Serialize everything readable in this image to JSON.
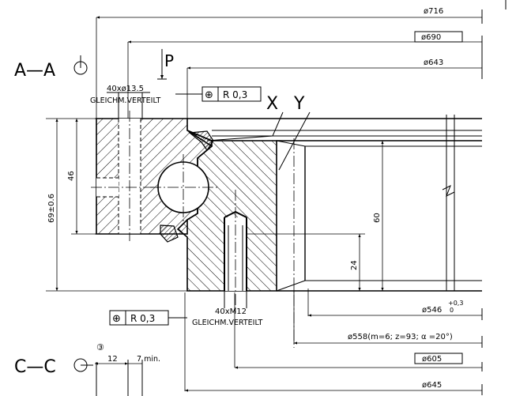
{
  "diameters": {
    "d716": "ø716",
    "d690": "ø690",
    "d643": "ø643",
    "d546": "ø546",
    "d546_tol_upper": "+0,3",
    "d546_tol_lower": "0",
    "d558": "ø558(m=6;  z=93; α =20°)",
    "d605": "ø605",
    "d645": "ø645"
  },
  "section_labels": {
    "section_a": "A—A",
    "section_c": "C—C",
    "detail_x": "X",
    "detail_y": "Y",
    "force_p": "P",
    "note_circle": "③"
  },
  "holes_top": {
    "count_size": "40xø13.5",
    "distribution": "GLEICHM.VERTEILT"
  },
  "holes_bottom": {
    "count_size": "40xM12",
    "distribution": "GLEICHM.VERTEILT"
  },
  "tolerance_frames": {
    "top": {
      "symbol": "⊕",
      "value": "R 0,3"
    },
    "bottom": {
      "symbol": "⊕",
      "value": "R 0,3"
    }
  },
  "heights": {
    "h69": "69±0.6",
    "h46": "46",
    "h60": "60",
    "h24": "24"
  },
  "section_c_dims": {
    "d12": "12",
    "d7": "7 min."
  }
}
